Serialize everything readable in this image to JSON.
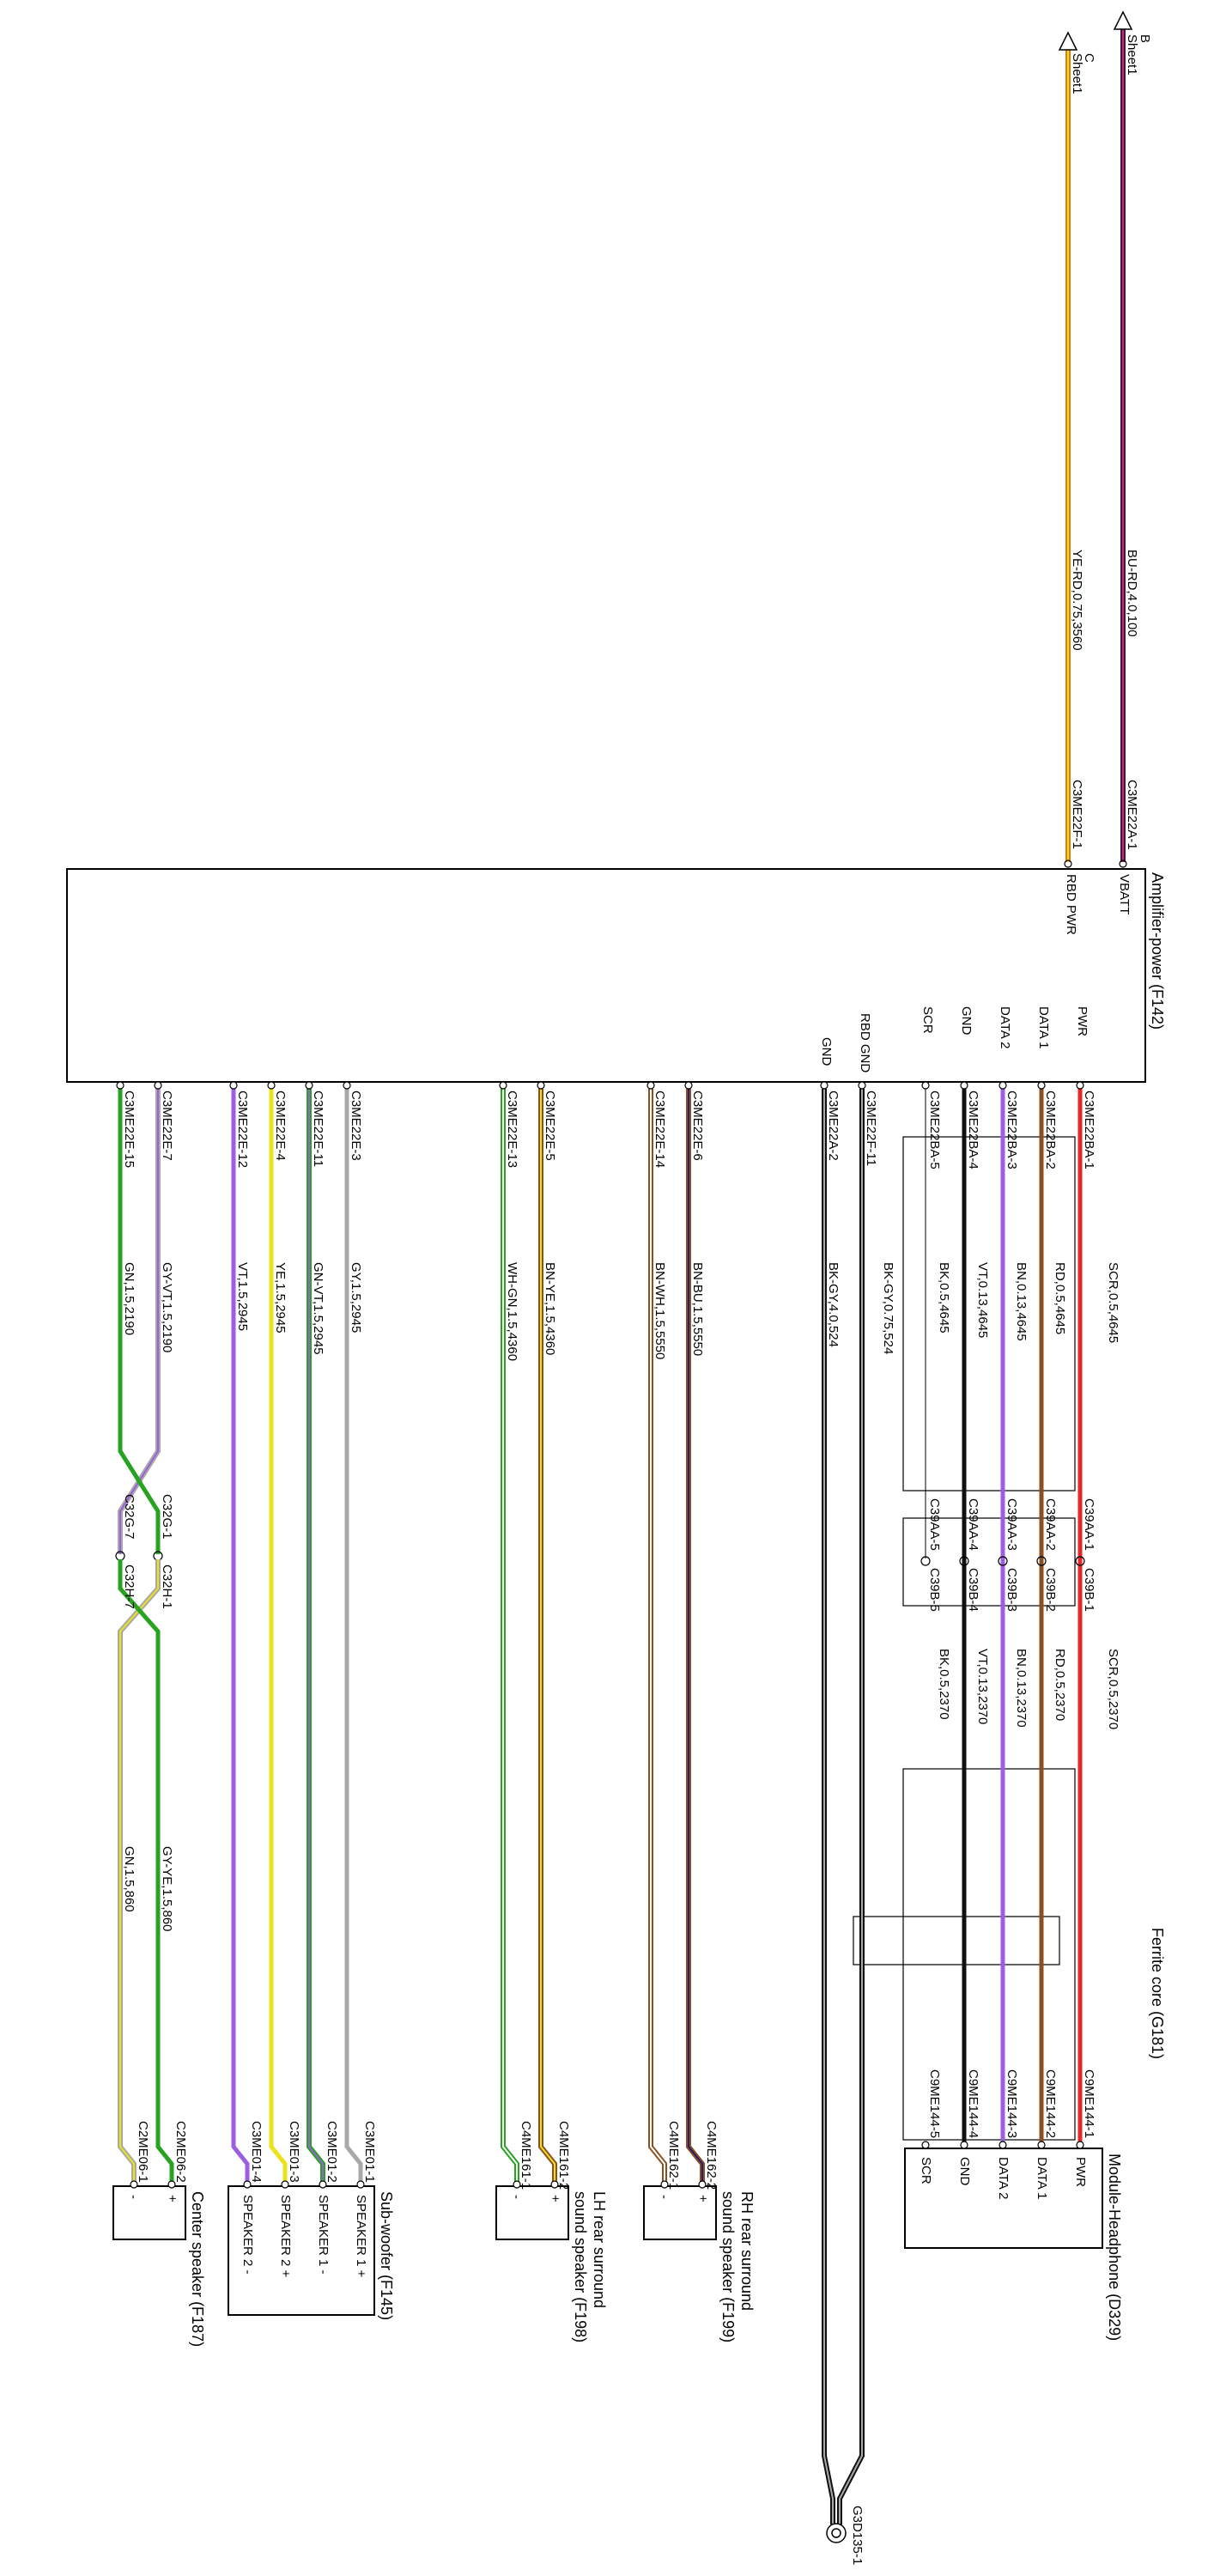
{
  "colors": {
    "RD": "#e8262a",
    "BN": "#8a5022",
    "VT": "#9c5fe0",
    "BK": "#111111",
    "GY": "#a8a8a8",
    "GN": "#27a320",
    "YE": "#ece21a",
    "BU": "#2a1a70",
    "WH": "#ffffff",
    "OG": "#e07a10",
    "PU": "#7a2ab0",
    "BKGY": "#555555"
  },
  "offsheet": [
    {
      "arrow": "Sheet1",
      "letter": "B",
      "wire": "BU-RD,4.0,100",
      "terminal": "C3ME22A-1",
      "pin": "VBATT"
    },
    {
      "arrow": "Sheet1",
      "letter": "C",
      "wire": "YE-RD,0.75,3560",
      "terminal": "C3ME22F-1",
      "pin": "RBD PWR"
    }
  ],
  "amplifier": {
    "title": "Amplifier-power (F142)",
    "pins": [
      "PWR",
      "DATA 1",
      "DATA 2",
      "GND",
      "SCR",
      "RBD GND",
      "GND"
    ]
  },
  "amp_terminals": [
    "C3ME22BA-1",
    "C3ME22BA-2",
    "C3ME22BA-3",
    "C3ME22BA-4",
    "C3ME22BA-5",
    "C3ME22F-11",
    "C3ME22A-2",
    "C3ME22E-6",
    "C3ME22E-14",
    "C3ME22E-5",
    "C3ME22E-13",
    "C3ME22E-3",
    "C3ME22E-11",
    "C3ME22E-4",
    "C3ME22E-12",
    "C3ME22E-7",
    "C3ME22E-15"
  ],
  "headphone_wires_1": [
    "SCR,0.5,4645",
    "RD,0.5,4645",
    "BN,0.13,4645",
    "VT,0.13,4645",
    "BK,0.5,4645"
  ],
  "headphone_wires_2": [
    "SCR,0.5,2370",
    "RD,0.5,2370",
    "BN,0.13,2370",
    "VT,0.13,2370",
    "BK,0.5,2370"
  ],
  "inline_a": [
    "C39AA-1",
    "C39AA-2",
    "C39AA-3",
    "C39AA-4",
    "C39AA-5"
  ],
  "inline_b": [
    "C39B-1",
    "C39B-2",
    "C39B-3",
    "C39B-4",
    "C39B-5"
  ],
  "gnd_wires": [
    "BK-GY,0.75,524",
    "BK-GY,4.0,524"
  ],
  "ground_point": "G3D135-1",
  "rh_wires": [
    "BN-BU,1.5,5550",
    "BN-WH,1.5,5550"
  ],
  "lh_wires": [
    "BN-YE,1.5,4360",
    "WH-GN,1.5,4360"
  ],
  "sub_wires": [
    "GY,1.5,2945",
    "GN-VT,1.5,2945",
    "YE,1.5,2945",
    "VT,1.5,2945"
  ],
  "center_wires_1": [
    "GY-VT,1.5,2190",
    "GN,1.5,2190"
  ],
  "center_wires_2": [
    "GY-YE,1.5,860",
    "GN,1.5,860"
  ],
  "center_inline": [
    "C32G-1",
    "C32H-1",
    "C32G-7",
    "C32H-7"
  ],
  "ferrite": "Ferrite core (G181)",
  "headphone": {
    "title": "Module-Headphone (D329)",
    "terminals": [
      "C9ME144-1",
      "C9ME144-2",
      "C9ME144-3",
      "C9ME144-4",
      "C9ME144-5"
    ],
    "pins": [
      "PWR",
      "DATA 1",
      "DATA 2",
      "GND",
      "SCR"
    ]
  },
  "rh_speaker": {
    "title_1": "RH rear surround",
    "title_2": "sound speaker (F199)",
    "terminals": [
      "C4ME162-2",
      "C4ME162-1"
    ],
    "pins": [
      "+",
      "-"
    ]
  },
  "lh_speaker": {
    "title_1": "LH rear surround",
    "title_2": "sound speaker (F198)",
    "terminals": [
      "C4ME161-2",
      "C4ME161-1"
    ],
    "pins": [
      "+",
      "-"
    ]
  },
  "subwoofer": {
    "title": "Sub-woofer (F145)",
    "terminals": [
      "C3ME01-1",
      "C3ME01-2",
      "C3ME01-3",
      "C3ME01-4"
    ],
    "pins": [
      "SPEAKER 1 +",
      "SPEAKER 1 -",
      "SPEAKER 2 +",
      "SPEAKER 2 -"
    ]
  },
  "center": {
    "title": "Center speaker (F187)",
    "terminals": [
      "C2ME06-2",
      "C2ME06-1"
    ],
    "pins": [
      "+",
      "-"
    ]
  }
}
